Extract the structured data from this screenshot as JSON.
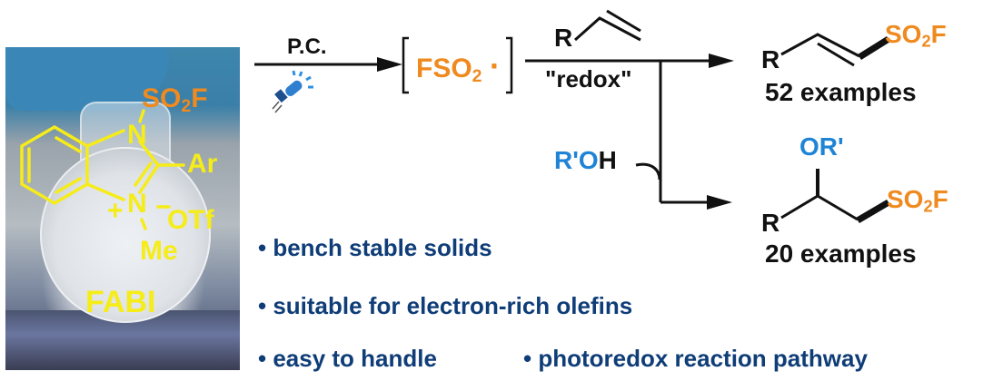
{
  "photo": {
    "label": "FABI",
    "structure": {
      "top_group": "SO2F",
      "top_group_main": "SO",
      "top_group_sub": "2",
      "top_group_end": "F",
      "n_top": "N",
      "n_bottom": "N",
      "charge": "+",
      "substituent_right": "Ar",
      "counterion_charge": "–",
      "counterion": "OTf",
      "methyl": "Me"
    }
  },
  "step1": {
    "above_arrow": "P.C.",
    "below_arrow_icon": "blue-led-light"
  },
  "intermediate": {
    "main": "FSO",
    "sub": "2",
    "radical": "·"
  },
  "step2": {
    "reagent_R": "R",
    "below_arrow": "\"redox\"",
    "branch_reagent_prefix": "R'O",
    "branch_reagent_suffix": "H"
  },
  "product1": {
    "R": "R",
    "group_main": "SO",
    "group_sub": "2",
    "group_end": "F",
    "examples": "52 examples"
  },
  "product2": {
    "R": "R",
    "ether": "OR'",
    "group_main": "SO",
    "group_sub": "2",
    "group_end": "F",
    "examples": "20 examples"
  },
  "features": [
    "• bench stable solids",
    "• suitable for electron-rich olefins",
    "• easy to handle",
    "• photoredox reaction pathway"
  ],
  "colors": {
    "orange": "#ef8a1f",
    "yellow": "#f5ec19",
    "blue": "#1f84d6",
    "navy": "#0f3d78",
    "black": "#111111"
  }
}
